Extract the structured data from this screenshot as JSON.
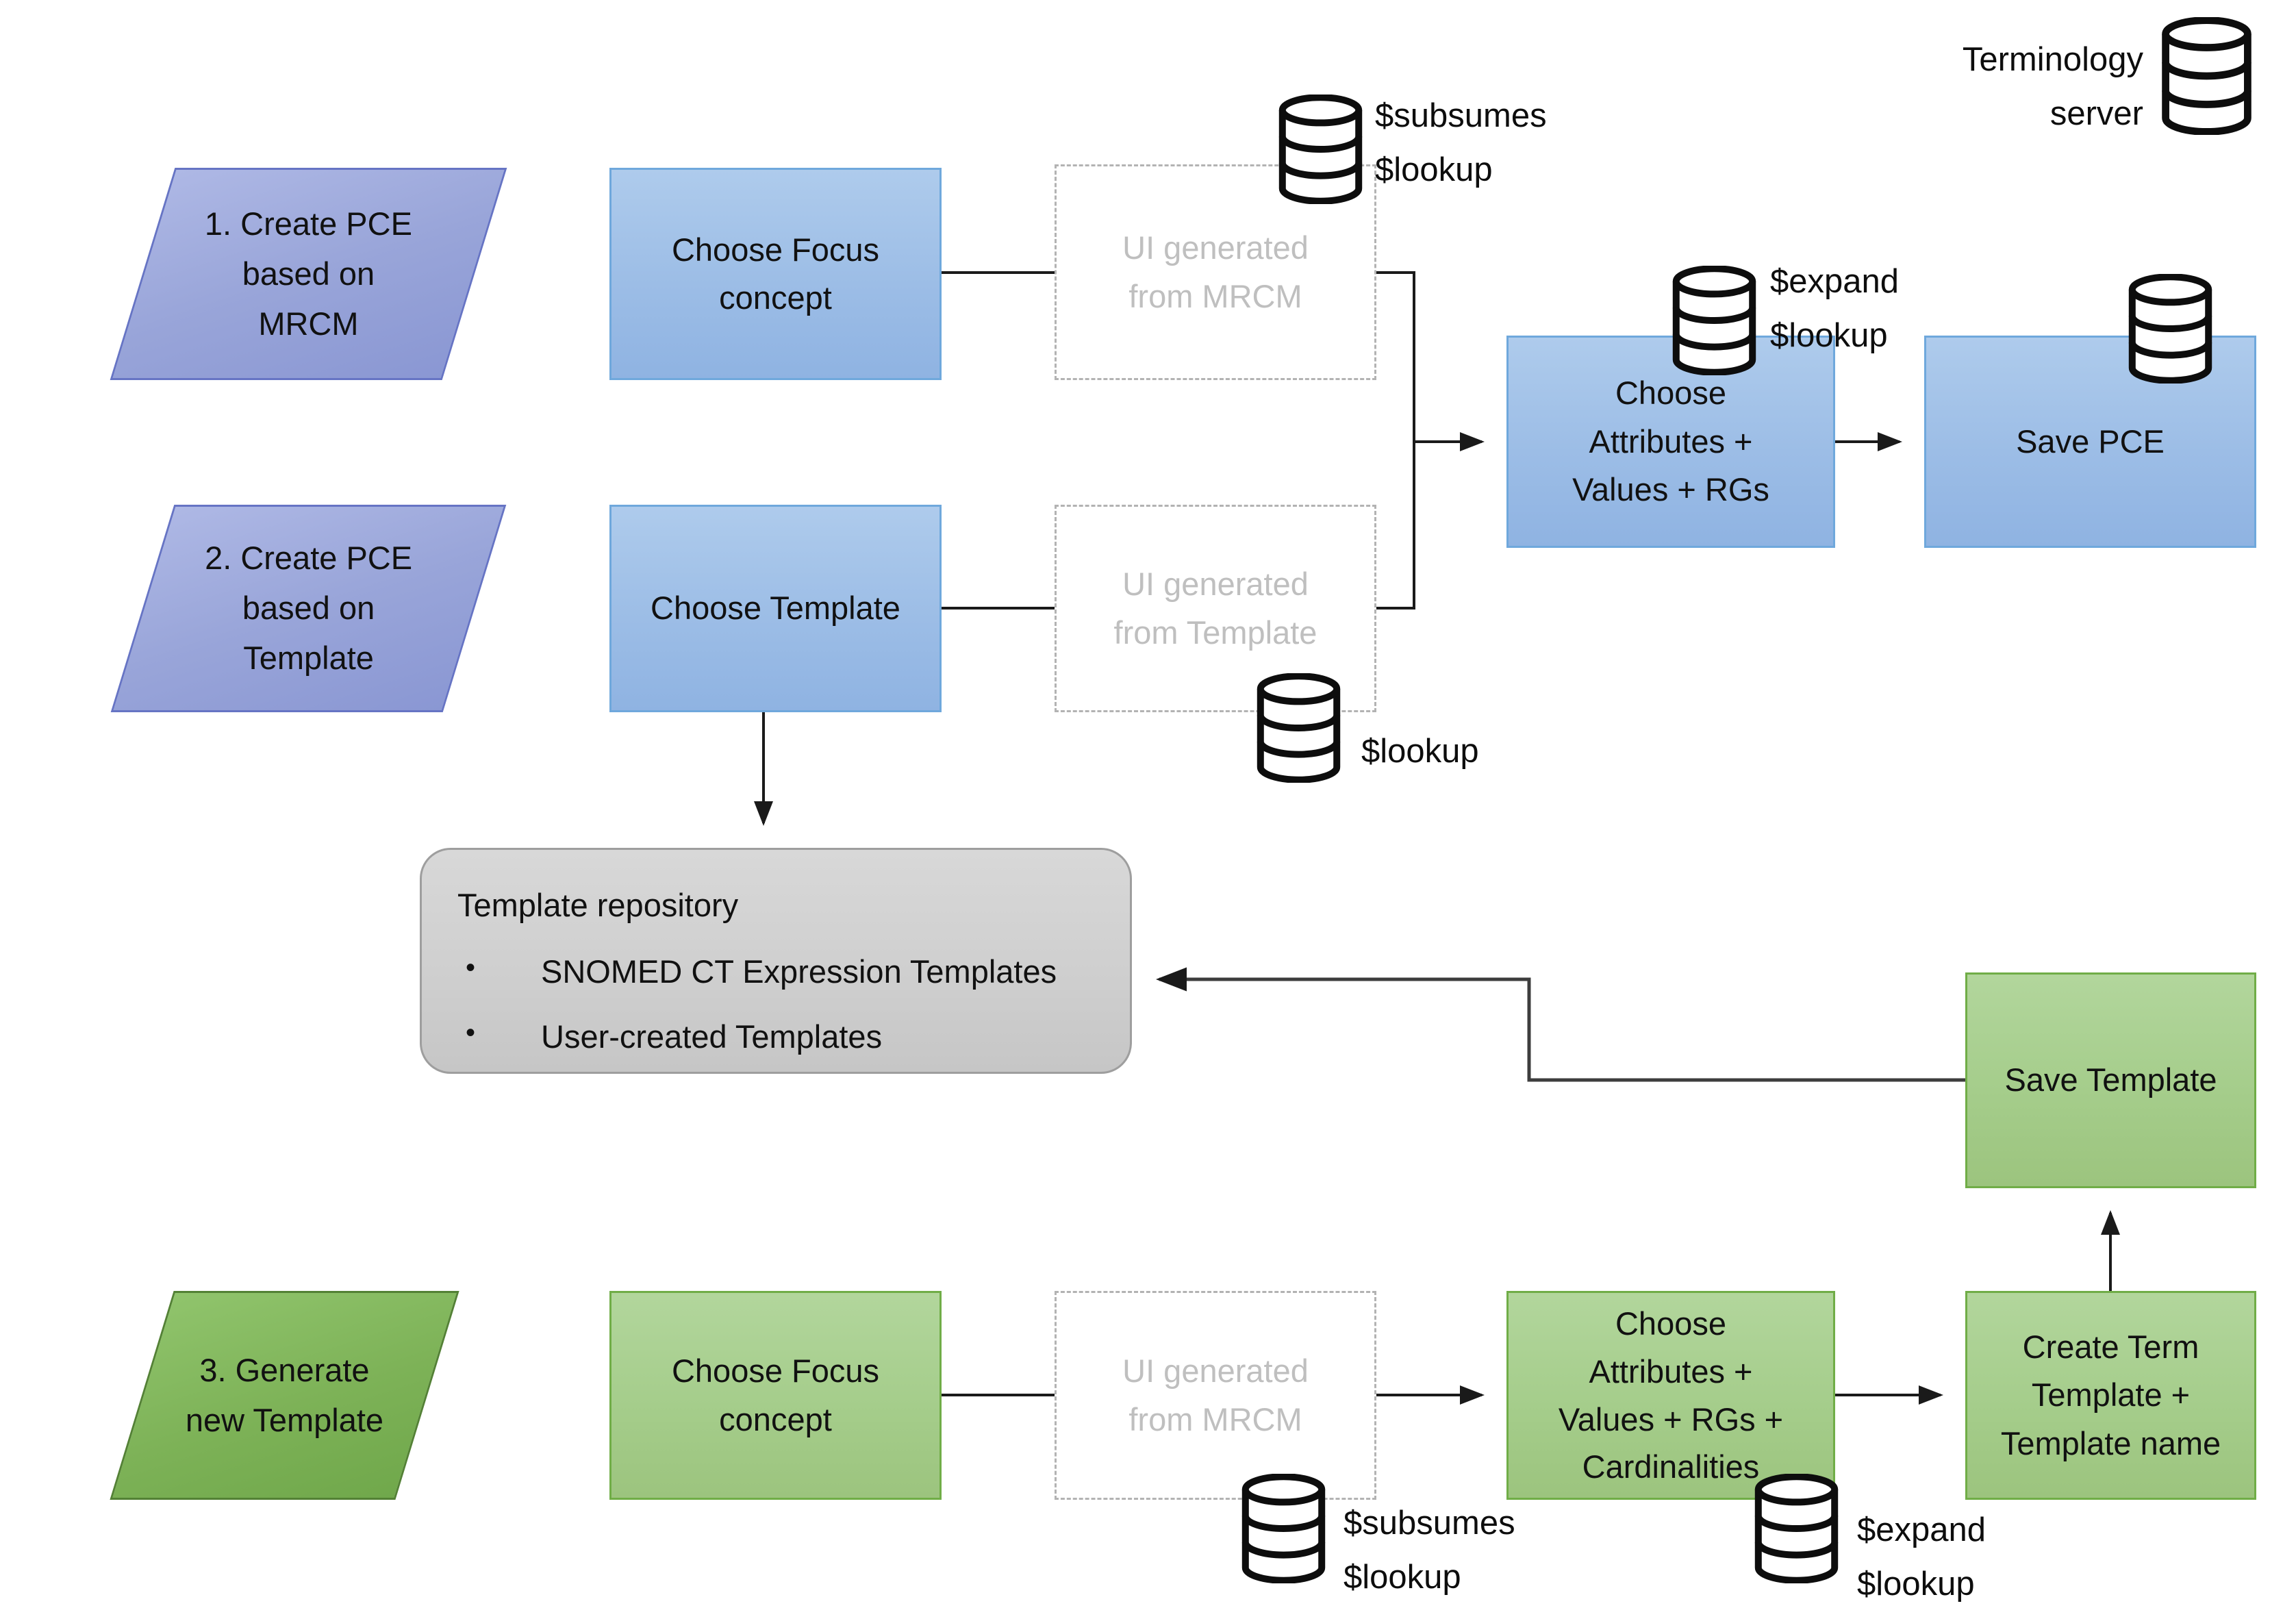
{
  "colors": {
    "blue_box_fill_top": "#aecbec",
    "blue_box_fill_bottom": "#8fb3e2",
    "blue_box_border": "#6fa8dc",
    "purple_parallelogram_fill": "#99a5d9",
    "purple_parallelogram_border": "#6674c4",
    "green_box_fill_top": "#b2d69c",
    "green_box_fill_bottom": "#9cc47e",
    "green_box_border": "#70ad47",
    "green_parallelogram_fill": "#7db257",
    "green_parallelogram_border": "#538135",
    "repository_fill": "#cfcfcf",
    "repository_border": "#9e9e9e",
    "dashed_box_border": "#b3b3b3",
    "dashed_box_text": "#bfbfbf",
    "connector": "#1a1a1a"
  },
  "nodes": {
    "step1": "1. Create PCE\nbased on\nMRCM",
    "choose_focus_concept_1": "Choose Focus\nconcept",
    "ui_generated_mrcm_1": "UI generated\nfrom MRCM",
    "choose_attributes_values_rgs": "Choose\nAttributes +\nValues + RGs",
    "save_pce": "Save PCE",
    "step2": "2. Create PCE\nbased on\nTemplate",
    "choose_template": "Choose Template",
    "ui_generated_template": "UI generated\nfrom Template",
    "repository_title": "Template repository",
    "repository_bullets": [
      "SNOMED CT Expression Templates",
      "User-created Templates"
    ],
    "save_template": "Save Template",
    "step3": "3. Generate\nnew Template",
    "choose_focus_concept_2": "Choose Focus\nconcept",
    "ui_generated_mrcm_2": "UI generated\nfrom MRCM",
    "choose_attributes_values_rgs_cardinalities": "Choose\nAttributes +\nValues + RGs +\nCardinalities",
    "create_term_template": "Create Term\nTemplate +\nTemplate name"
  },
  "annotations": {
    "terminology_server": "Terminology\nserver",
    "ops_mrcm_top": "$subsumes\n$lookup",
    "ops_choose_attributes": "$expand\n$lookup",
    "ops_template_lookup": "$lookup",
    "ops_mrcm_bottom": "$subsumes\n$lookup",
    "ops_cardinalities": "$expand\n$lookup"
  }
}
